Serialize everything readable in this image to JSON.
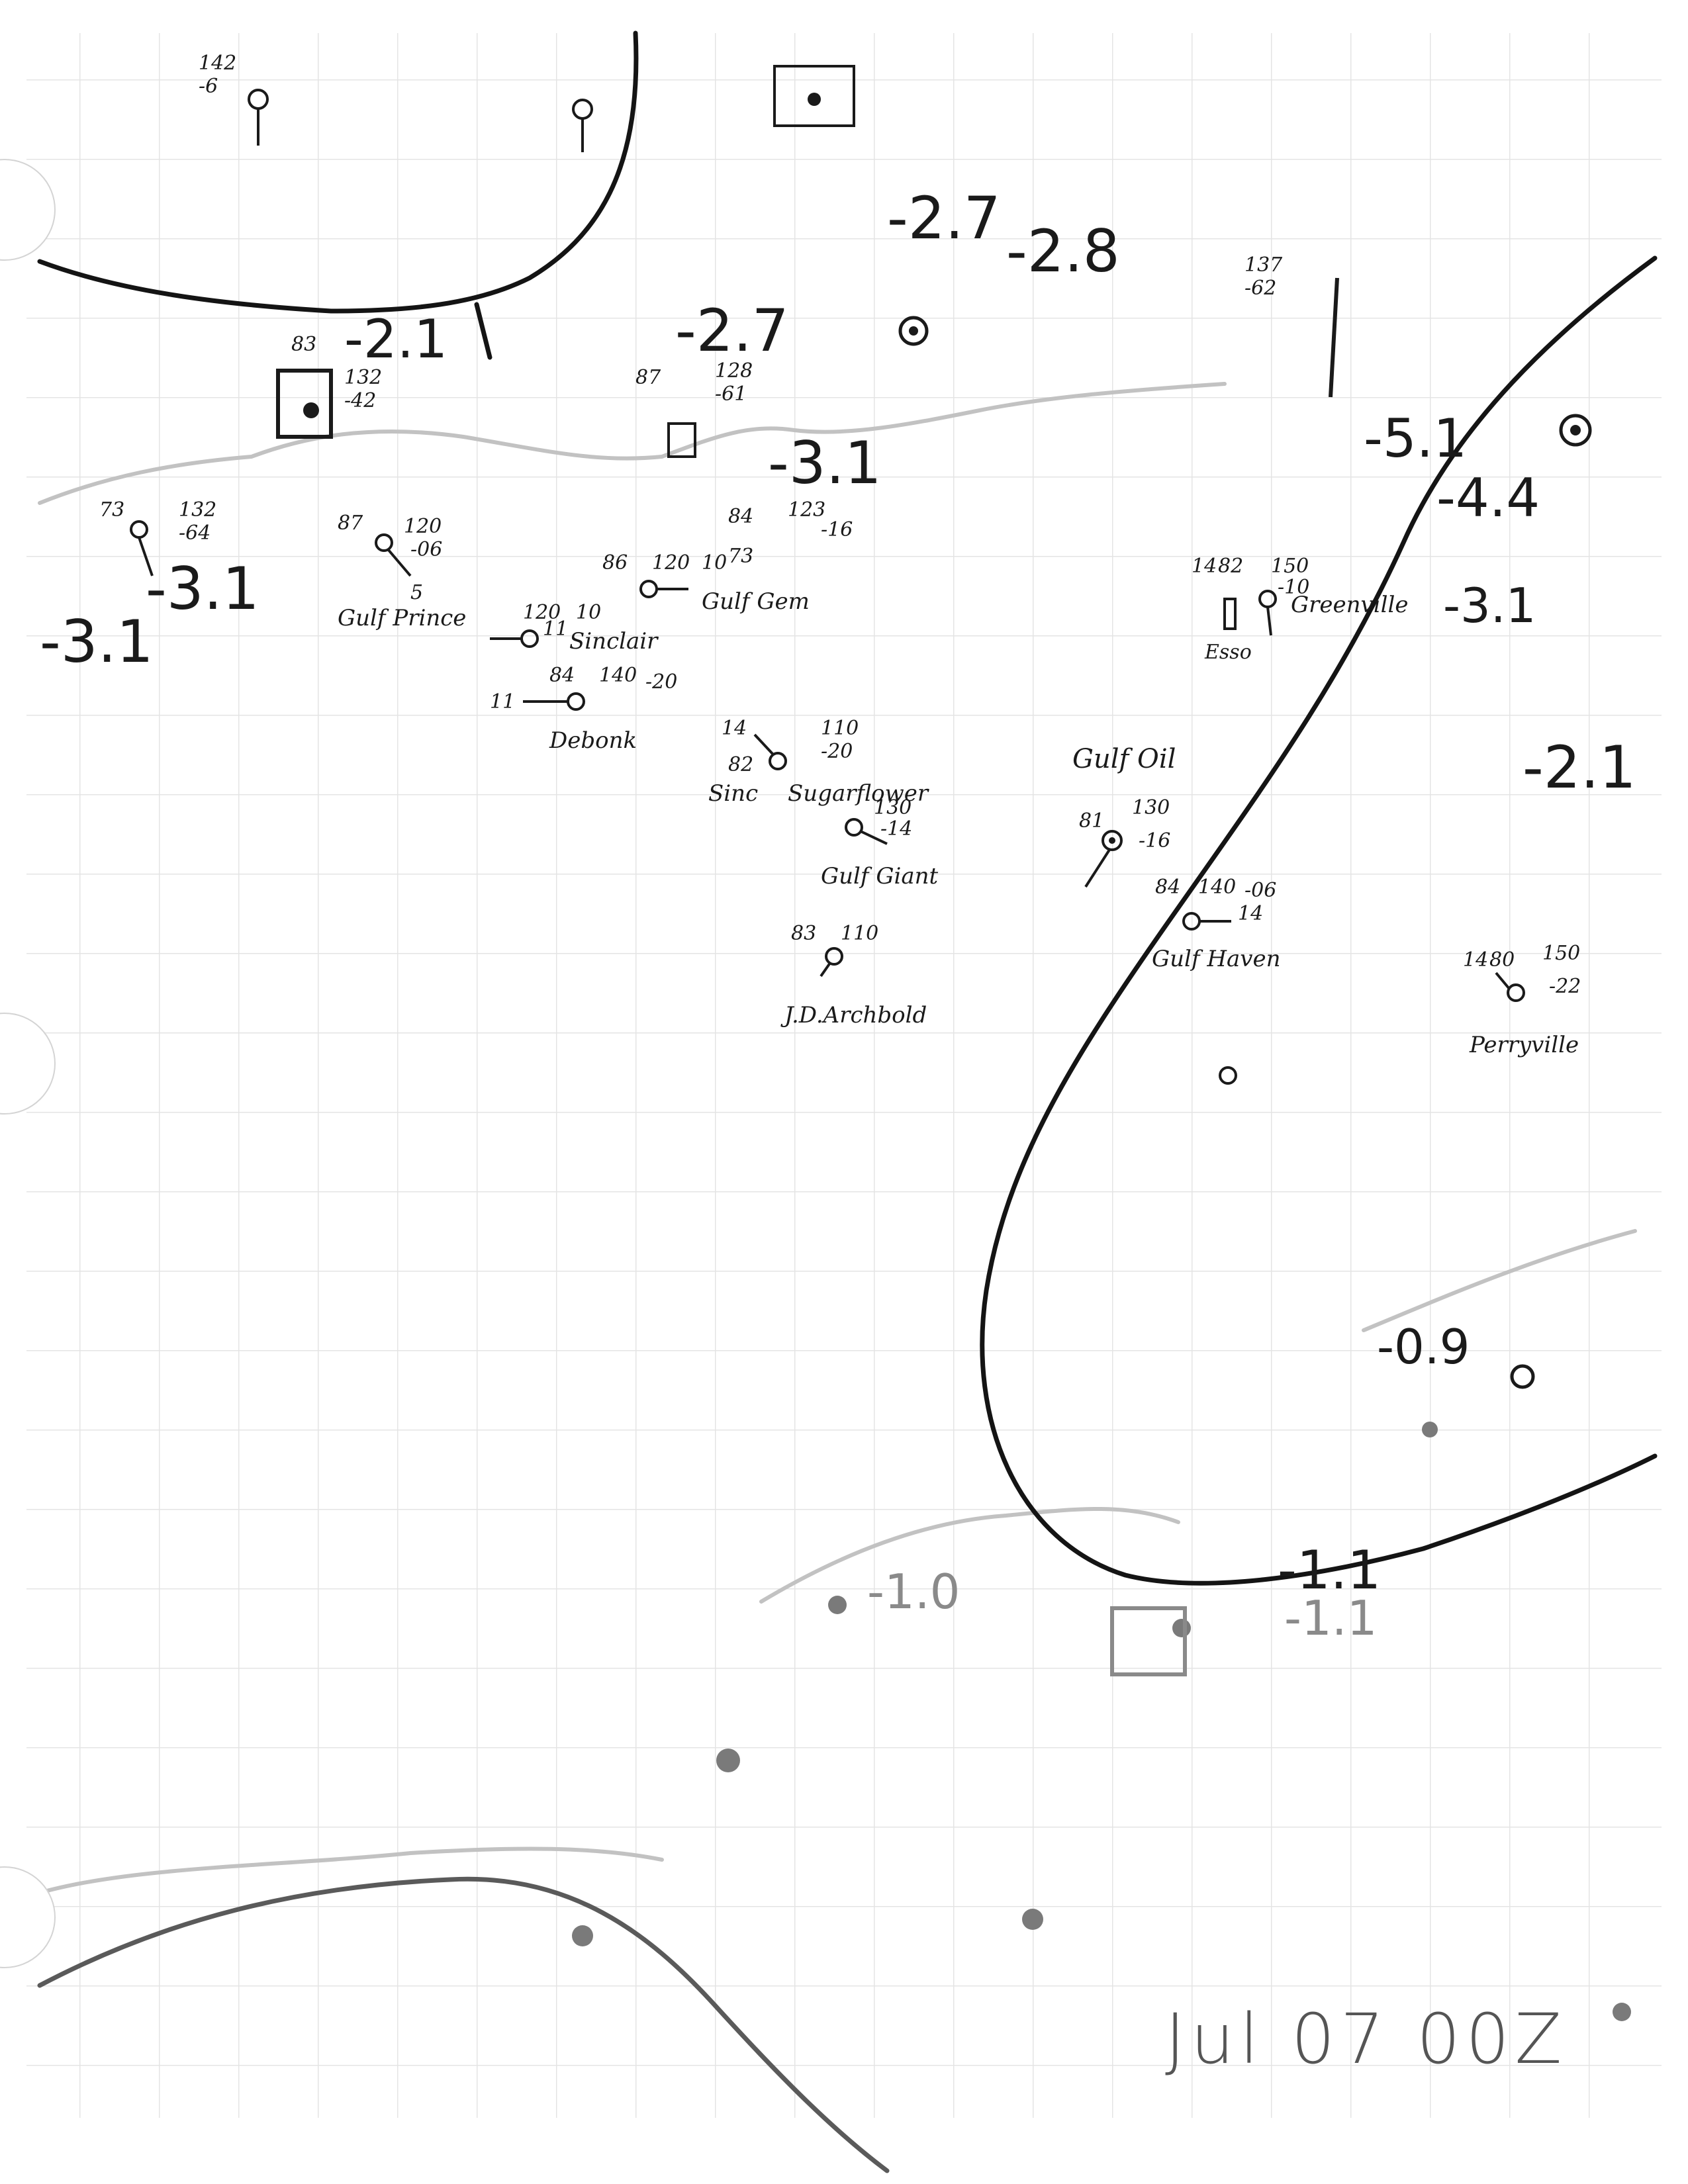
{
  "chart_title": "Jul 07 00Z",
  "colors": {
    "ink": "#1a1a1a",
    "faint_ink": "#8a8a8a",
    "grid": "#dedede",
    "coast": "#b8b8b8",
    "paper": "#ffffff"
  },
  "station_names": {
    "gulf_prince": "Gulf Prince",
    "sinclair": "Sinclair",
    "gulf_gem": "Gulf Gem",
    "debonk": "Debonk",
    "sinc": "Sinc",
    "sugarflower": "Sugarflower",
    "gulf_oil": "Gulf Oil",
    "gulf_haven": "Gulf Haven",
    "gulf_giant": "Gulf Giant",
    "jd_archbold": "J.D.Archbold",
    "esso": "Esso",
    "greenville": "Greenville",
    "perryville": "Perryville"
  },
  "pressure_tendencies": {
    "t1": "-2.7",
    "t2": "-2.8",
    "t3": "-2.7",
    "t4": "-2.1",
    "t5": "-3.1",
    "t6": "-3.1",
    "t7": "-3.1",
    "t8": "-5.1",
    "t9": "-4.4",
    "t10": "-3.1",
    "t11": "-2.1",
    "t12": "-0.9",
    "t13": "-1.1",
    "t14": "-1.1",
    "t15": "-1.0"
  },
  "station_values": {
    "s1_t": "87",
    "s1_p": "120",
    "s1_tend": "-06",
    "s1_w": "5",
    "s2_p": "120",
    "s2_tend": "10",
    "s2_w": "11",
    "s3_t": "86",
    "s3_p": "120",
    "s3_tend": "10",
    "s3_x": "73",
    "s4_t": "84",
    "s4_p": "140",
    "s4_tend": "-20",
    "s4_w": "11",
    "s5_t": "82",
    "s5_p": "110",
    "s5_tend": "-20",
    "s5_w": "14",
    "s6_p": "130",
    "s6_tend": "-14",
    "s7_t": "81",
    "s7_p": "130",
    "s7_tend": "-16",
    "s8_t": "84",
    "s8_p": "140",
    "s8_tend": "-06",
    "s8_w": "14",
    "s9_t": "83",
    "s9_p": "110",
    "s10_t": "82",
    "s10_p": "150",
    "s10_tend": "-10",
    "s10_w": "14",
    "s11_t": "80",
    "s11_p": "150",
    "s11_tend": "-22",
    "s11_w": "14",
    "s12_t": "73",
    "s12_p": "132",
    "s12_tend": "-64",
    "s13_t": "87",
    "s13_p": "128",
    "s13_tend": "-61",
    "s14_t": "84",
    "s14_p": "123",
    "s14_tend": "-16",
    "s15_t": "83",
    "s15_p": "132",
    "s15_tend": "-42",
    "s16_p": "137",
    "s16_tend": "-62",
    "s17_p": "142",
    "s17_tend": "-6"
  }
}
